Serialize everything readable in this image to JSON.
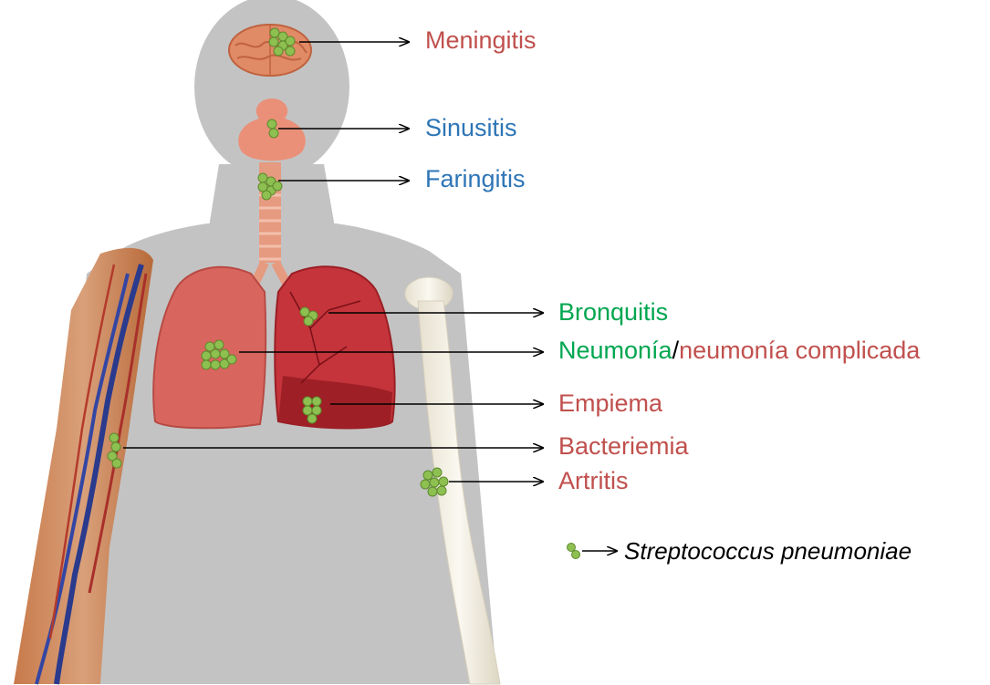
{
  "colors": {
    "pink_label": "#c0504d",
    "blue_label": "#2e75b6",
    "green_label": "#00a650",
    "body_gray": "#c3c3c3",
    "bacteria_green": "#8dc050"
  },
  "labels": {
    "meningitis": "Meningitis",
    "sinusitis": "Sinusitis",
    "faringitis": "Faringitis",
    "bronquitis": "Bronquitis",
    "neumonia": "Neumonía",
    "separator": "/",
    "neumonia_complicada": "neumonía complicada",
    "empiema": "Empiema",
    "bacteriemia": "Bacteriemia",
    "artritis": "Artritis"
  },
  "legend": {
    "text": "Streptococcus pneumoniae",
    "icon": "bacteria-cluster-icon"
  }
}
